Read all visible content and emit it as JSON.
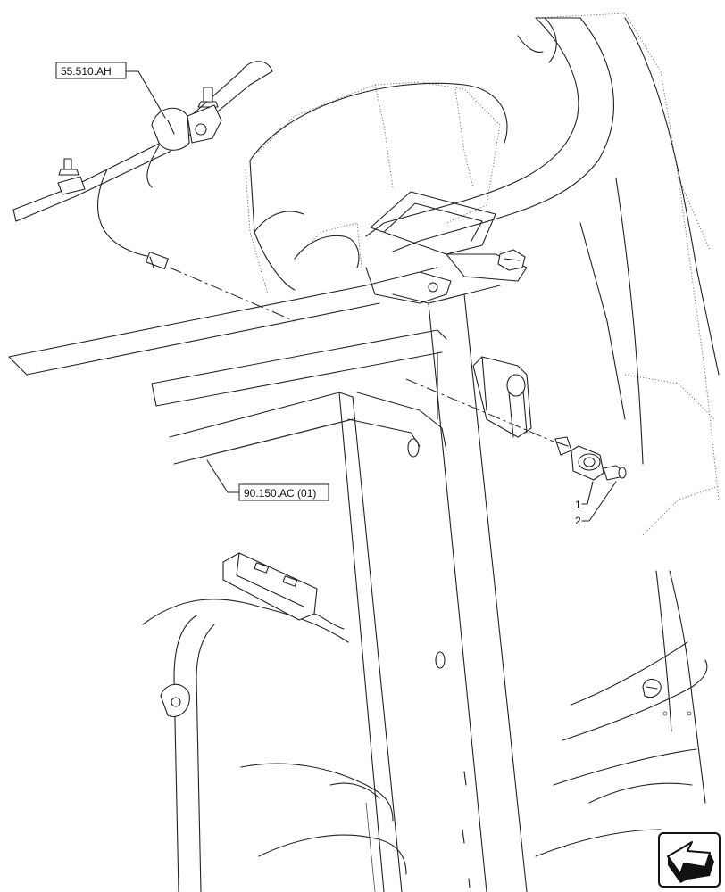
{
  "references": {
    "top": "55.510.AH",
    "middle": "90.150.AC (01)"
  },
  "callouts": [
    "1",
    "2"
  ],
  "navigation": {
    "icon": "view-direction-arrow-icon"
  }
}
